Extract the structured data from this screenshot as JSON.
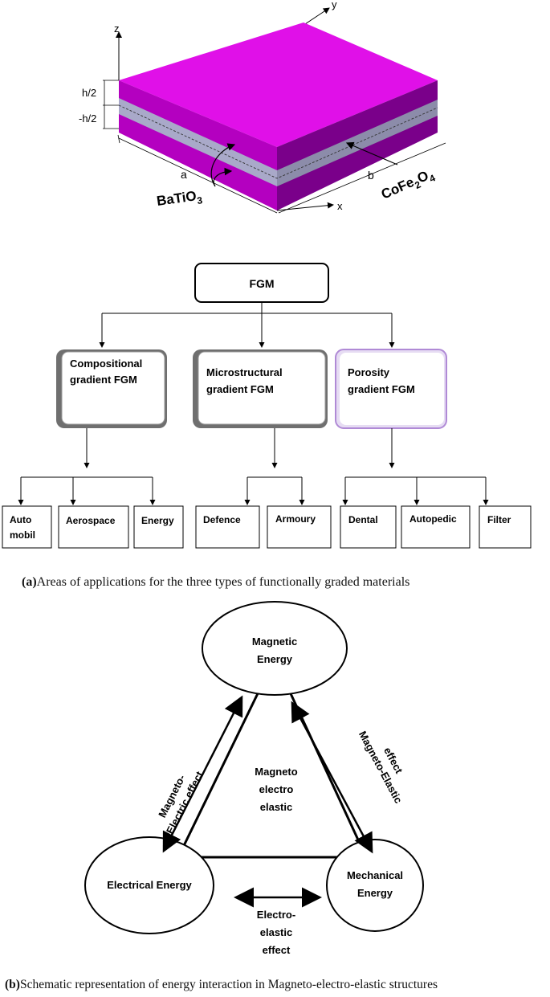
{
  "plate_figure": {
    "axis_labels": {
      "z": "z",
      "y": "y",
      "x": "x"
    },
    "dimension_labels": {
      "h_half": "h/2",
      "neg_h_half": "-h/2",
      "a": "a",
      "b": "b"
    },
    "materials": {
      "barium": "BaTiO",
      "barium_sub": "3",
      "cobalt_prefix": "CoFe",
      "cobalt_sub1": "2",
      "cobalt_mid": "O",
      "cobalt_sub2": "4"
    },
    "colors": {
      "magenta_top": "#e010e8",
      "magenta_front": "#b400c0",
      "magenta_side": "#7a008a",
      "core_layer": "#a9a9c9"
    }
  },
  "fgm_tree": {
    "root": "FGM",
    "categories": [
      {
        "line1": "Compositional",
        "line2": "gradient FGM"
      },
      {
        "line1": "Microstructural",
        "line2": "gradient FGM"
      },
      {
        "line1": "Porosity",
        "line2": "gradient FGM"
      }
    ],
    "applications": [
      {
        "line1": "Auto",
        "line2": "mobil"
      },
      {
        "line1": "Aerospace",
        "line2": ""
      },
      {
        "line1": "Energy",
        "line2": ""
      },
      {
        "line1": "Defence",
        "line2": ""
      },
      {
        "line1": "Armoury",
        "line2": ""
      },
      {
        "line1": "Dental",
        "line2": ""
      },
      {
        "line1": "Autopedic",
        "line2": ""
      },
      {
        "line1": "Filter",
        "line2": ""
      }
    ],
    "colors": {
      "box_shadow": "#7f7f7f",
      "porosity_border": "#b08ad6"
    }
  },
  "caption_a": {
    "tag": "(a)",
    "text": "Areas of applications for the three types of functionally graded materials"
  },
  "energy_diagram": {
    "magnetic": {
      "line1": "Magnetic",
      "line2": "Energy"
    },
    "electrical": "Electrical Energy",
    "mechanical": {
      "line1": "Mechanical",
      "line2": "Energy"
    },
    "center": {
      "line1": "Magneto",
      "line2": "electro",
      "line3": "elastic"
    },
    "left_effect": {
      "line1": "Magneto-",
      "line2": "Electric effect"
    },
    "right_effect": {
      "line1": "Magneto-Elastic",
      "line2": "effect"
    },
    "bottom_effect": {
      "line1": "Electro-",
      "line2": "elastic",
      "line3": "effect"
    }
  },
  "caption_b": {
    "tag": "(b)",
    "text": "Schematic representation of energy interaction in  Magneto-electro-elastic structures"
  }
}
